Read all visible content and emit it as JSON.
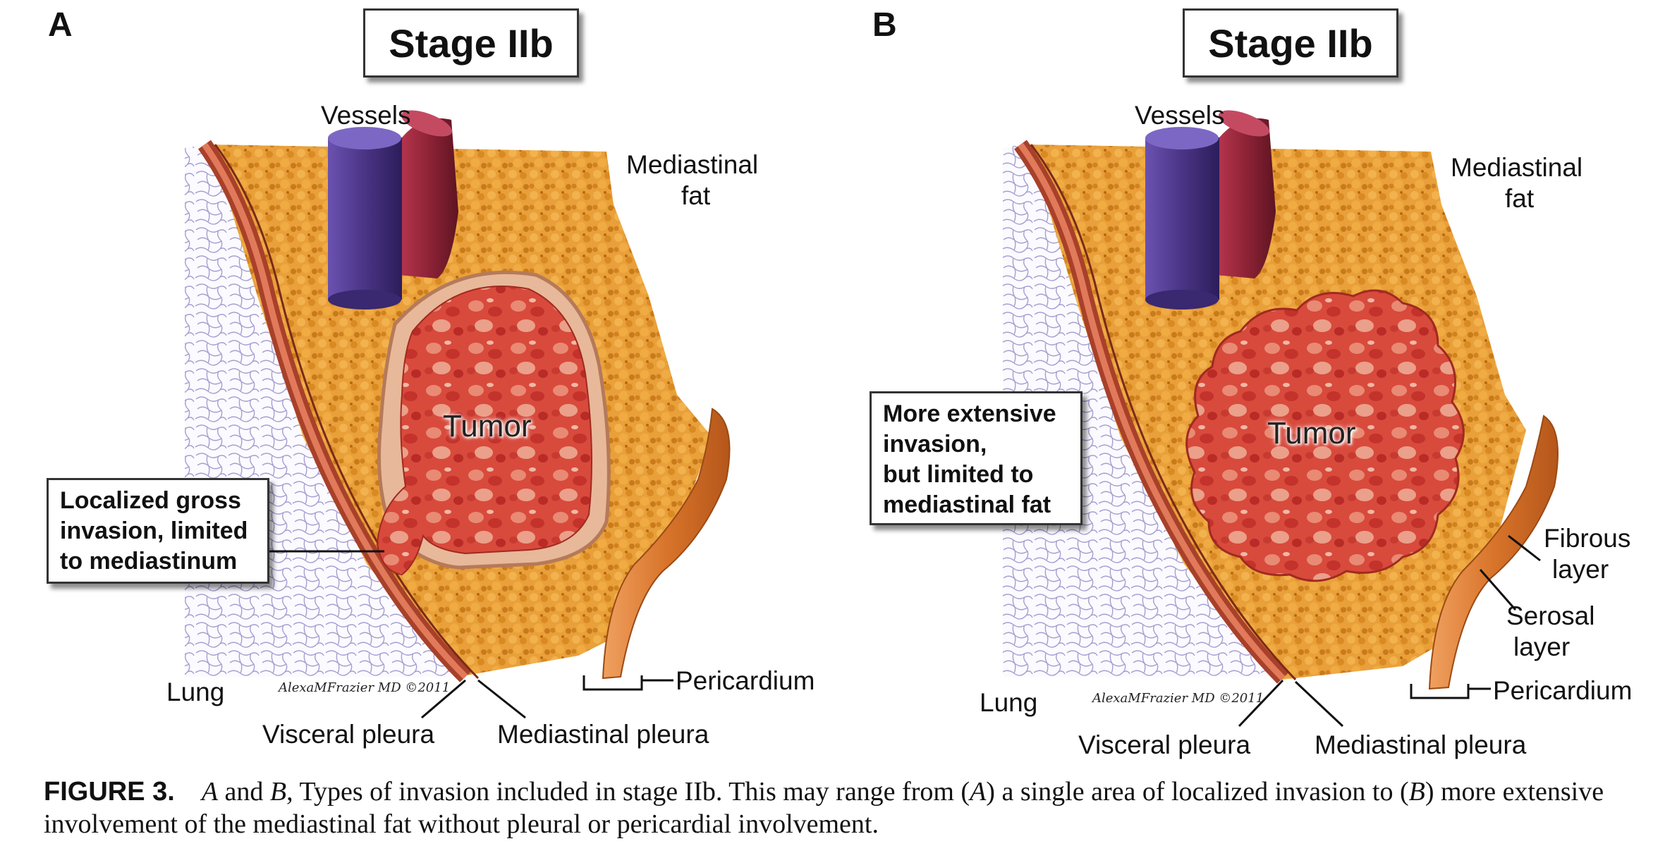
{
  "panels": [
    {
      "letter": "A",
      "stage": "Stage IIb",
      "labels": {
        "vessels": "Vessels",
        "fat_line1": "Mediastinal",
        "fat_line2": "fat",
        "tumor": "Tumor",
        "lung": "Lung",
        "visceral": "Visceral pleura",
        "mediastinal_pleura": "Mediastinal pleura",
        "pericardium": "Pericardium"
      },
      "callout": [
        "Localized gross",
        "invasion, limited",
        "to mediastinum"
      ]
    },
    {
      "letter": "B",
      "stage": "Stage IIb",
      "labels": {
        "vessels": "Vessels",
        "fat_line1": "Mediastinal",
        "fat_line2": "fat",
        "tumor": "Tumor",
        "lung": "Lung",
        "visceral": "Visceral pleura",
        "mediastinal_pleura": "Mediastinal pleura",
        "pericardium": "Pericardium",
        "fibrous_line1": "Fibrous",
        "fibrous_line2": "layer",
        "serosal_line1": "Serosal",
        "serosal_line2": "layer"
      },
      "callout": [
        "More extensive",
        "invasion,",
        "but limited to",
        "mediastinal fat"
      ]
    }
  ],
  "signature": "AlexaMFrazier MD ©2011",
  "caption": {
    "figure": "FIGURE 3.",
    "text_1": "A",
    "text_2": " and ",
    "text_3": "B",
    "text_4": ", Types of invasion included in stage IIb. This may range from (",
    "text_5": "A",
    "text_6": ") a single area of localized invasion to (",
    "text_7": "B",
    "text_8": ") more extensive involvement of the mediastinal fat without pleural or pericardial involvement."
  },
  "colors": {
    "fat": "#e3962a",
    "fat_dark": "#c06f12",
    "tumor": "#d7443a",
    "pleura": "#c8553a",
    "vessel_purple": "#4a3485",
    "vessel_red": "#8e2336",
    "pericardium": "#d8742a",
    "lung_line": "#9b93c9"
  }
}
